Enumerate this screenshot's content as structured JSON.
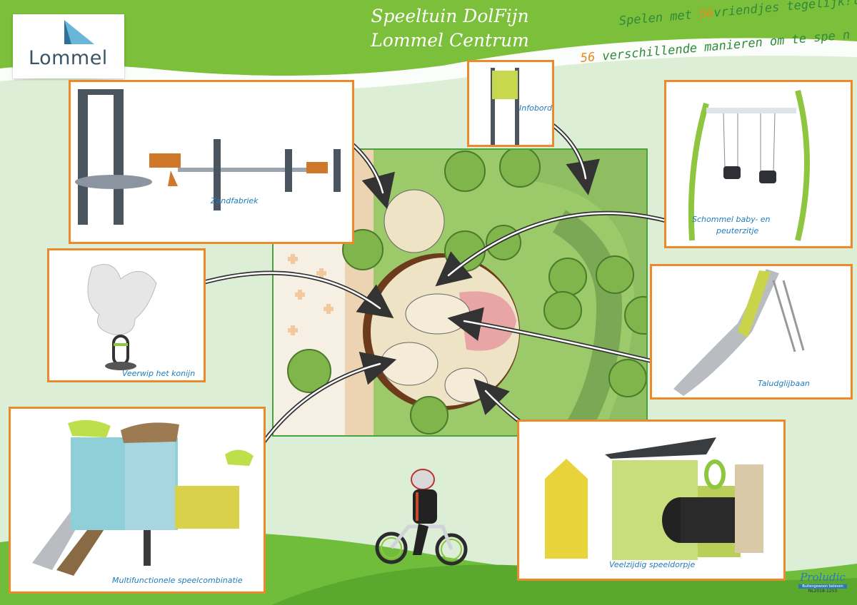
{
  "header": {
    "logo_text": "Lommel",
    "title_line1": "Speeltuin DolFijn",
    "title_line2": "Lommel Centrum",
    "slogan1_pre": "Spelen met ",
    "slogan1_highlight": "56",
    "slogan1_post": "vriendjes tegelijk!le",
    "slogan2_highlight": "56",
    "slogan2_post": " verschillende manieren om te spe  n"
  },
  "panels": {
    "zandfabriek": "Zandfabriek",
    "infobord": "Infobord",
    "schommel_line1": "Schommel baby- en",
    "schommel_line2": "peuterzitje",
    "veerwip": "Veerwip het konijn",
    "taludglijbaan": "Taludglijbaan",
    "multifunctioneel": "Multifunctionele speelcombinatie",
    "speeldorpje": "Veelzijdig speeldorpje"
  },
  "brand": {
    "name": "Proludic",
    "tagline": "Buitengewoon beleven",
    "code": "NL2018-1253"
  },
  "colors": {
    "accent_orange": "#ec8a2a",
    "header_green": "#7cbf3a",
    "label_blue": "#1e7bbf"
  }
}
